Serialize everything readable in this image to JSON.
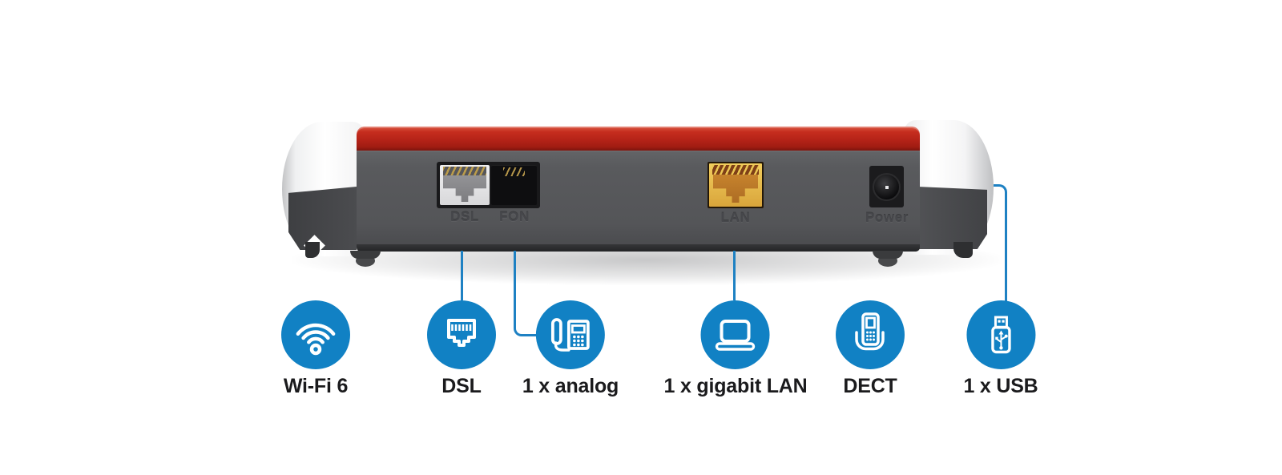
{
  "device": {
    "ports": [
      {
        "id": "dsl",
        "label": "DSL"
      },
      {
        "id": "fon",
        "label": "FON"
      },
      {
        "id": "lan",
        "label": "LAN"
      },
      {
        "id": "power",
        "label": "Power"
      }
    ]
  },
  "features": [
    {
      "id": "wifi",
      "label": "Wi-Fi 6",
      "icon": "wifi-icon"
    },
    {
      "id": "dsl",
      "label": "DSL",
      "icon": "rj45-jack-icon"
    },
    {
      "id": "analog",
      "label": "1 x analog",
      "icon": "analog-phone-icon"
    },
    {
      "id": "gigabit-lan",
      "label": "1 x gigabit LAN",
      "icon": "laptop-icon"
    },
    {
      "id": "dect",
      "label": "DECT",
      "icon": "dect-handset-icon"
    },
    {
      "id": "usb",
      "label": "1 x USB",
      "icon": "usb-stick-icon"
    }
  ],
  "colors": {
    "accent_blue": "#1181c4",
    "line_blue": "#1e81c3",
    "stripe_red": "#b52318",
    "body_gray": "#565759",
    "cap_white": "#f5f5f6",
    "port_yellow": "#e3b84a",
    "label_dark": "#1b1b1d",
    "port_label_gray": "#46474b"
  }
}
